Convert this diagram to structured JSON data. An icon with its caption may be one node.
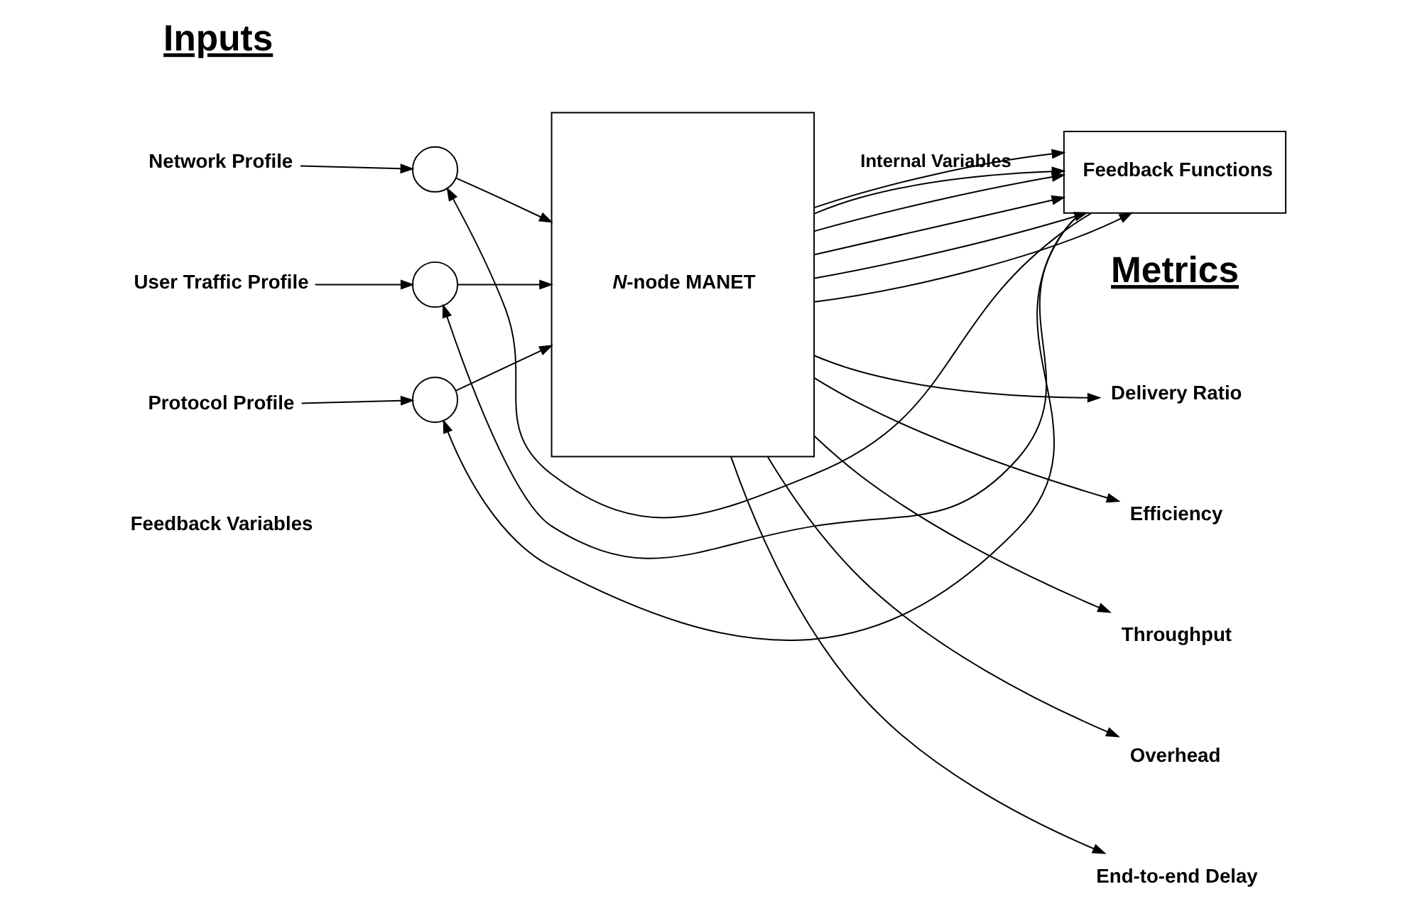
{
  "diagram": {
    "nodes": [
      {
        "text": [
          "Network Profile"
        ]
      },
      {
        "text": [
          "User Traffic Profile"
        ]
      },
      {
        "text": [
          "Protocol Profile"
        ]
      },
      {
        "text": [],
        "shape": "circle"
      },
      {
        "text": [],
        "shape": "circle"
      },
      {
        "text": [],
        "shape": "circle"
      },
      {
        "text": [
          "*N*-node MANET"
        ]
      },
      {
        "text": [
          "Feedback Functions"
        ]
      },
      {
        "text": [
          "Delivery Ratio"
        ]
      },
      {
        "text": [
          "Efficiency"
        ]
      },
      {
        "text": [
          "Throughput"
        ]
      },
      {
        "text": [
          "Overhead"
        ]
      },
      {
        "text": [
          "End-to-end Delay"
        ]
      }
    ],
    "edges": [
      {
        "from": 0,
        "to": 3,
        "arrow": "to"
      },
      {
        "from": 3,
        "to": 6,
        "arrow": "to"
      },
      {
        "from": 1,
        "to": 4,
        "arrow": "to"
      },
      {
        "from": 4,
        "to": 6,
        "arrow": "to"
      },
      {
        "from": 2,
        "to": 5,
        "arrow": "to"
      },
      {
        "from": 5,
        "to": 6,
        "arrow": "to"
      },
      {
        "from": 6,
        "to": 8,
        "arrow": "to"
      },
      {
        "from": 6,
        "to": 9,
        "arrow": "to"
      },
      {
        "from": 6,
        "to": 10,
        "arrow": "to"
      },
      {
        "from": 6,
        "to": 11,
        "arrow": "to"
      },
      {
        "from": 6,
        "to": 12,
        "arrow": "to"
      },
      {
        "from": 6,
        "to": 7,
        "arrow": "to",
        "label": "Internal Variables"
      },
      {
        "from": 6,
        "to": 7,
        "arrow": "to"
      },
      {
        "from": 6,
        "to": 7,
        "arrow": "to"
      },
      {
        "from": 6,
        "to": 7,
        "arrow": "to"
      },
      {
        "from": 6,
        "to": 7,
        "arrow": "to"
      },
      {
        "from": 6,
        "to": 7,
        "arrow": "to"
      },
      {
        "from": 7,
        "to": 3,
        "arrow": "to"
      },
      {
        "from": 7,
        "to": 4,
        "arrow": "to"
      },
      {
        "from": 7,
        "to": 5,
        "arrow": "to"
      }
    ],
    "labels": [
      "Inputs",
      "Metrics",
      "Feedback Variables"
    ]
  }
}
